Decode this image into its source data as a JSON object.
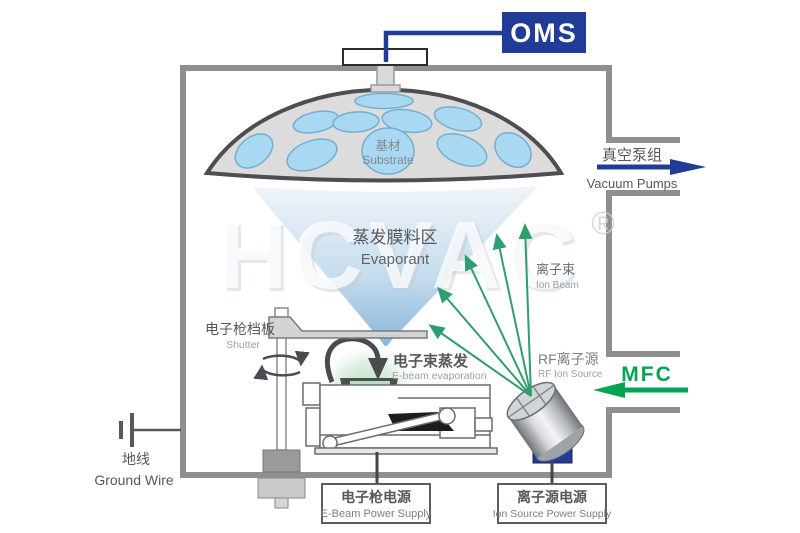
{
  "watermark": {
    "text": "HCVAC",
    "reg": "®"
  },
  "oms": {
    "label": "OMS"
  },
  "substrate": {
    "zh": "基材",
    "en": "Substrate"
  },
  "evaporant": {
    "zh": "蒸发膜料区",
    "en": "Evaporant"
  },
  "vacuum_pumps": {
    "zh": "真空泵组",
    "en": "Vacuum Pumps"
  },
  "ion_beam": {
    "zh": "离子束",
    "en": "Ion Beam"
  },
  "shutter": {
    "zh": "电子枪档板",
    "en": "Shutter"
  },
  "ebeam_evaporation": {
    "zh": "电子束蒸发",
    "en": "E-beam evaporation"
  },
  "rf_ion_source": {
    "zh": "RF离子源",
    "en": "RF Ion Source"
  },
  "mfc": {
    "label": "MFC"
  },
  "ground_wire": {
    "zh": "地线",
    "en": "Ground Wire"
  },
  "ebeam_power_supply": {
    "zh": "电子枪电源",
    "en": "E-Beam Power Supply"
  },
  "ion_source_power_supply": {
    "zh": "离子源电源",
    "en": "Ion Source Power Supply"
  },
  "colors": {
    "accent_blue": "#203c96",
    "beam_green": "#2f9e6f",
    "mfc_green": "#00a551",
    "wall_gray": "#8f8f8f",
    "substrate_blue": "#a9d9f2",
    "cone_blue": "#7fb0d8",
    "watermark_gray": "#c5ccd4"
  }
}
